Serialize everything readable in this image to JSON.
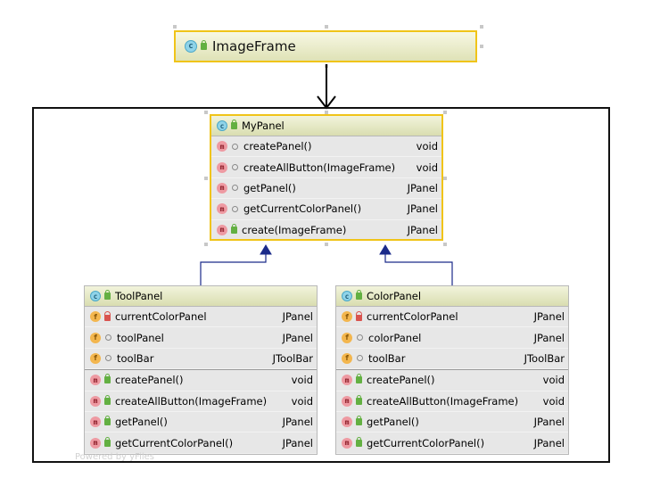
{
  "top_class": {
    "name": "ImageFrame",
    "kind": "c",
    "icon": "class-icon"
  },
  "main_class": {
    "name": "MyPanel",
    "kind": "c",
    "methods": [
      {
        "badge": "m",
        "visibility": "package",
        "signature": "createPanel()",
        "type": "void"
      },
      {
        "badge": "m",
        "visibility": "package",
        "signature": "createAllButton(ImageFrame)",
        "type": "void"
      },
      {
        "badge": "m",
        "visibility": "package",
        "signature": "getPanel()",
        "type": "JPanel"
      },
      {
        "badge": "m",
        "visibility": "package",
        "signature": "getCurrentColorPanel()",
        "type": "JPanel"
      },
      {
        "badge": "m",
        "visibility": "public",
        "signature": "create(ImageFrame)",
        "type": "JPanel"
      }
    ]
  },
  "tool_panel": {
    "name": "ToolPanel",
    "kind": "c",
    "fields": [
      {
        "badge": "f",
        "visibility": "private",
        "signature": "currentColorPanel",
        "type": "JPanel"
      },
      {
        "badge": "f",
        "visibility": "package",
        "signature": "toolPanel",
        "type": "JPanel"
      },
      {
        "badge": "f",
        "visibility": "package",
        "signature": "toolBar",
        "type": "JToolBar"
      }
    ],
    "methods": [
      {
        "badge": "m",
        "visibility": "public",
        "signature": "createPanel()",
        "type": "void"
      },
      {
        "badge": "m",
        "visibility": "public",
        "signature": "createAllButton(ImageFrame)",
        "type": "void"
      },
      {
        "badge": "m",
        "visibility": "public",
        "signature": "getPanel()",
        "type": "JPanel"
      },
      {
        "badge": "m",
        "visibility": "public",
        "signature": "getCurrentColorPanel()",
        "type": "JPanel"
      }
    ]
  },
  "color_panel": {
    "name": "ColorPanel",
    "kind": "c",
    "fields": [
      {
        "badge": "f",
        "visibility": "private",
        "signature": "currentColorPanel",
        "type": "JPanel"
      },
      {
        "badge": "f",
        "visibility": "package",
        "signature": "colorPanel",
        "type": "JPanel"
      },
      {
        "badge": "f",
        "visibility": "package",
        "signature": "toolBar",
        "type": "JToolBar"
      }
    ],
    "methods": [
      {
        "badge": "m",
        "visibility": "public",
        "signature": "createPanel()",
        "type": "void"
      },
      {
        "badge": "m",
        "visibility": "public",
        "signature": "createAllButton(ImageFrame)",
        "type": "void"
      },
      {
        "badge": "m",
        "visibility": "public",
        "signature": "getPanel()",
        "type": "JPanel"
      },
      {
        "badge": "m",
        "visibility": "public",
        "signature": "getCurrentColorPanel()",
        "type": "JPanel"
      }
    ]
  },
  "watermark": "Powered by yFiles",
  "colors": {
    "selection_border": "#f0c419",
    "inheritance_line": "#1a2a8a",
    "frame_border": "#111111"
  }
}
